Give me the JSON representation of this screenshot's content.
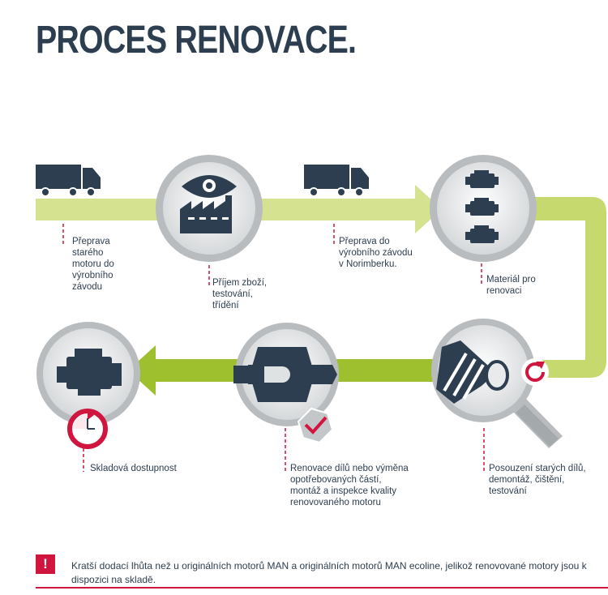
{
  "title": "PROCES RENOVACE.",
  "colors": {
    "navy": "#2c3e4f",
    "lime_light": "#d5e28f",
    "lime_dark": "#9ec02f",
    "accent_red": "#d0163f",
    "ring_grey": "#b8bcbf"
  },
  "steps": [
    {
      "label": "Přeprava\nstarého\nmotoru do\nvýrobního\nzávodu",
      "icon": "truck-icon"
    },
    {
      "label": "Příjem zboží,\ntestování,\ntřídění",
      "icon": "factory-eye-icon"
    },
    {
      "label": "Přeprava do\nvýrobního závodu\nv Norimberku.",
      "icon": "truck-icon"
    },
    {
      "label": "Materiál pro\nrenovaci",
      "icon": "engines-stack-icon"
    },
    {
      "label": "Posouzení starých dílů,\ndemontáž, čištění,\ntestování",
      "icon": "magnifier-bolt-icon"
    },
    {
      "label": "Renovace dílů nebo výměna\nopotřebovaných částí,\nmontáž a inspekce kvality\nrenovovaného motoru",
      "icon": "wrench-bolt-icon"
    },
    {
      "label": "Skladová dostupnost",
      "icon": "engine-icon"
    }
  ],
  "note": {
    "badge": "!",
    "text": "Kratší dodací lhůta než u originálních motorů MAN a originálních motorů MAN ecoline, jelikož renovované motory jsou k dispozici na skladě."
  }
}
